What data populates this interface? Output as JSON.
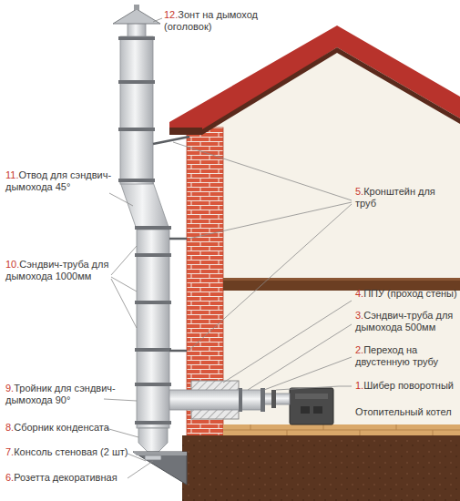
{
  "diagram": {
    "labels": [
      "12.",
      "Зонт на дымоход (оголовок)",
      "11.",
      "Отвод для сэндвич-дымохода 45°",
      "5.",
      "Кронштейн для труб",
      "10.",
      "Сэндвич-труба для дымохода 1000мм",
      "4.",
      "ППУ (проход стены)",
      "3.",
      "Сэндвич-труба для дымохода 500мм",
      "2.",
      "Переход на двустенную трубу",
      "9.",
      "Тройник для сэндвич-дымохода 90°",
      "1.",
      "Шибер поворотный",
      "Отопительный котел",
      "8.",
      "Сборник конденсата",
      "7.",
      "Консоль стеновая (2 шт)",
      "6.",
      "Розетта декоративная"
    ]
  }
}
